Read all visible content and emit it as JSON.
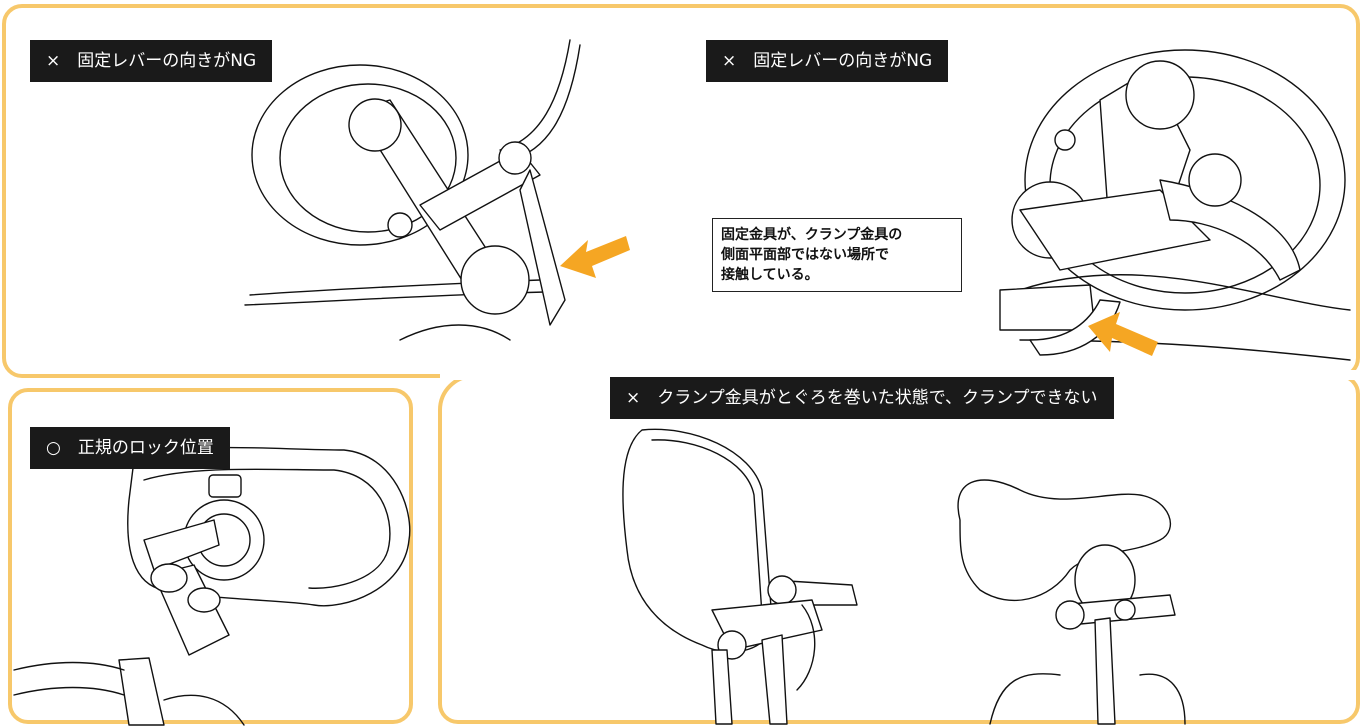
{
  "panels": {
    "top_left": {
      "label": "×　固定レバーの向きがNG"
    },
    "top_right": {
      "label": "×　固定レバーの向きがNG",
      "note_lines": [
        "固定金具が、クランプ金具の",
        "側面平面部ではない場所で",
        "接触している。"
      ]
    },
    "bottom_left": {
      "label": "○　正規のロック位置"
    },
    "bottom_right": {
      "label": "×　クランプ金具がとぐろを巻いた状態で、クランプできない"
    }
  },
  "colors": {
    "frame": "#f7c86b",
    "arrow": "#f5a623",
    "label_bg": "#1a1a1a",
    "label_text": "#ffffff"
  },
  "icons": [
    "arrow-icon"
  ]
}
